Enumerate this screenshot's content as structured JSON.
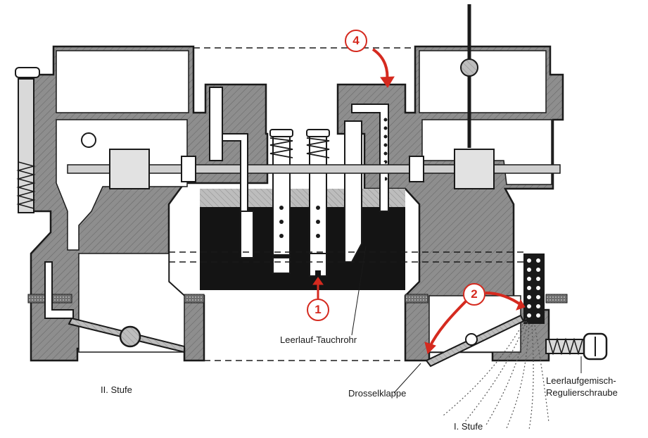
{
  "labels": {
    "stage2": "II. Stufe",
    "stage1": "I. Stufe",
    "idle_tube": "Leerlauf-Tauchrohr",
    "throttle": "Drosselklappe",
    "screw_line1": "Leerlaufgemisch-",
    "screw_line2": "Regulierschraube"
  },
  "markers": [
    "1",
    "2",
    "4"
  ],
  "colors": {
    "marker": "#d52a1f",
    "body": "#8e8e8e",
    "fuel": "#141414",
    "line": "#1a1a1a"
  }
}
